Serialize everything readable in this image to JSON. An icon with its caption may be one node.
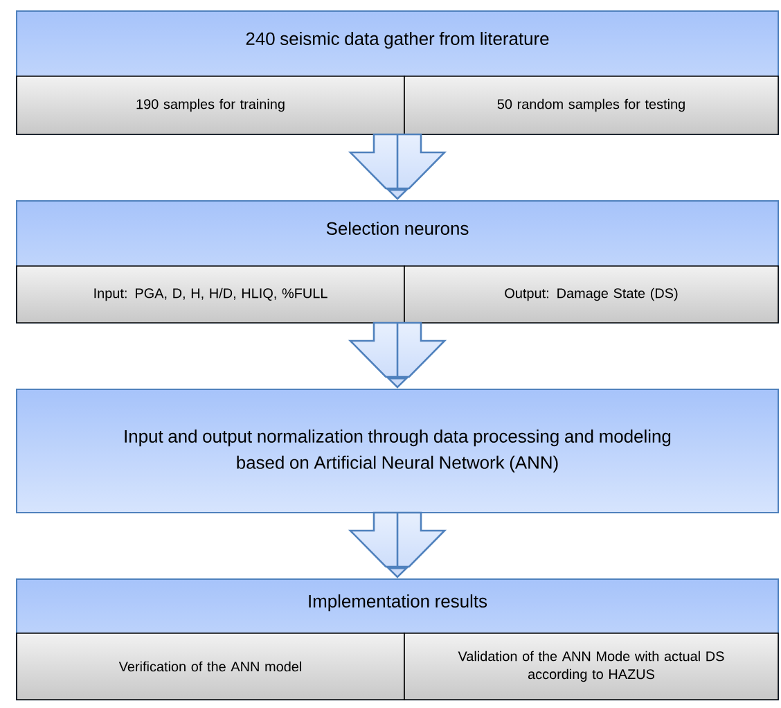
{
  "diagram": {
    "nodes": [
      {
        "text": [
          "240 seismic data gather from literature"
        ]
      },
      {
        "text": [
          "190 samples for training"
        ],
        "in": 0
      },
      {
        "text": [
          "50 random samples for testing"
        ],
        "in": 0
      },
      {
        "text": [
          "Selection neurons"
        ]
      },
      {
        "text": [
          "Input: PGA, D, H, H/D, HLIQ, %FULL"
        ],
        "in": 3
      },
      {
        "text": [
          "Output: Damage State (DS)"
        ],
        "in": 3
      },
      {
        "text": [
          "Input and output normalization through data processing and modeling based on Artificial Neural Network (ANN)"
        ]
      },
      {
        "text": [
          "Implementation results"
        ]
      },
      {
        "text": [
          "Verification of the ANN model"
        ],
        "in": 7
      },
      {
        "text": [
          "Validation of the ANN Mode with actual DS according to HAZUS"
        ],
        "in": 7
      }
    ],
    "edges": [
      {
        "from": 0,
        "to": 3,
        "arrow": "to"
      },
      {
        "from": 3,
        "to": 6,
        "arrow": "to"
      },
      {
        "from": 6,
        "to": 7,
        "arrow": "to"
      }
    ]
  }
}
